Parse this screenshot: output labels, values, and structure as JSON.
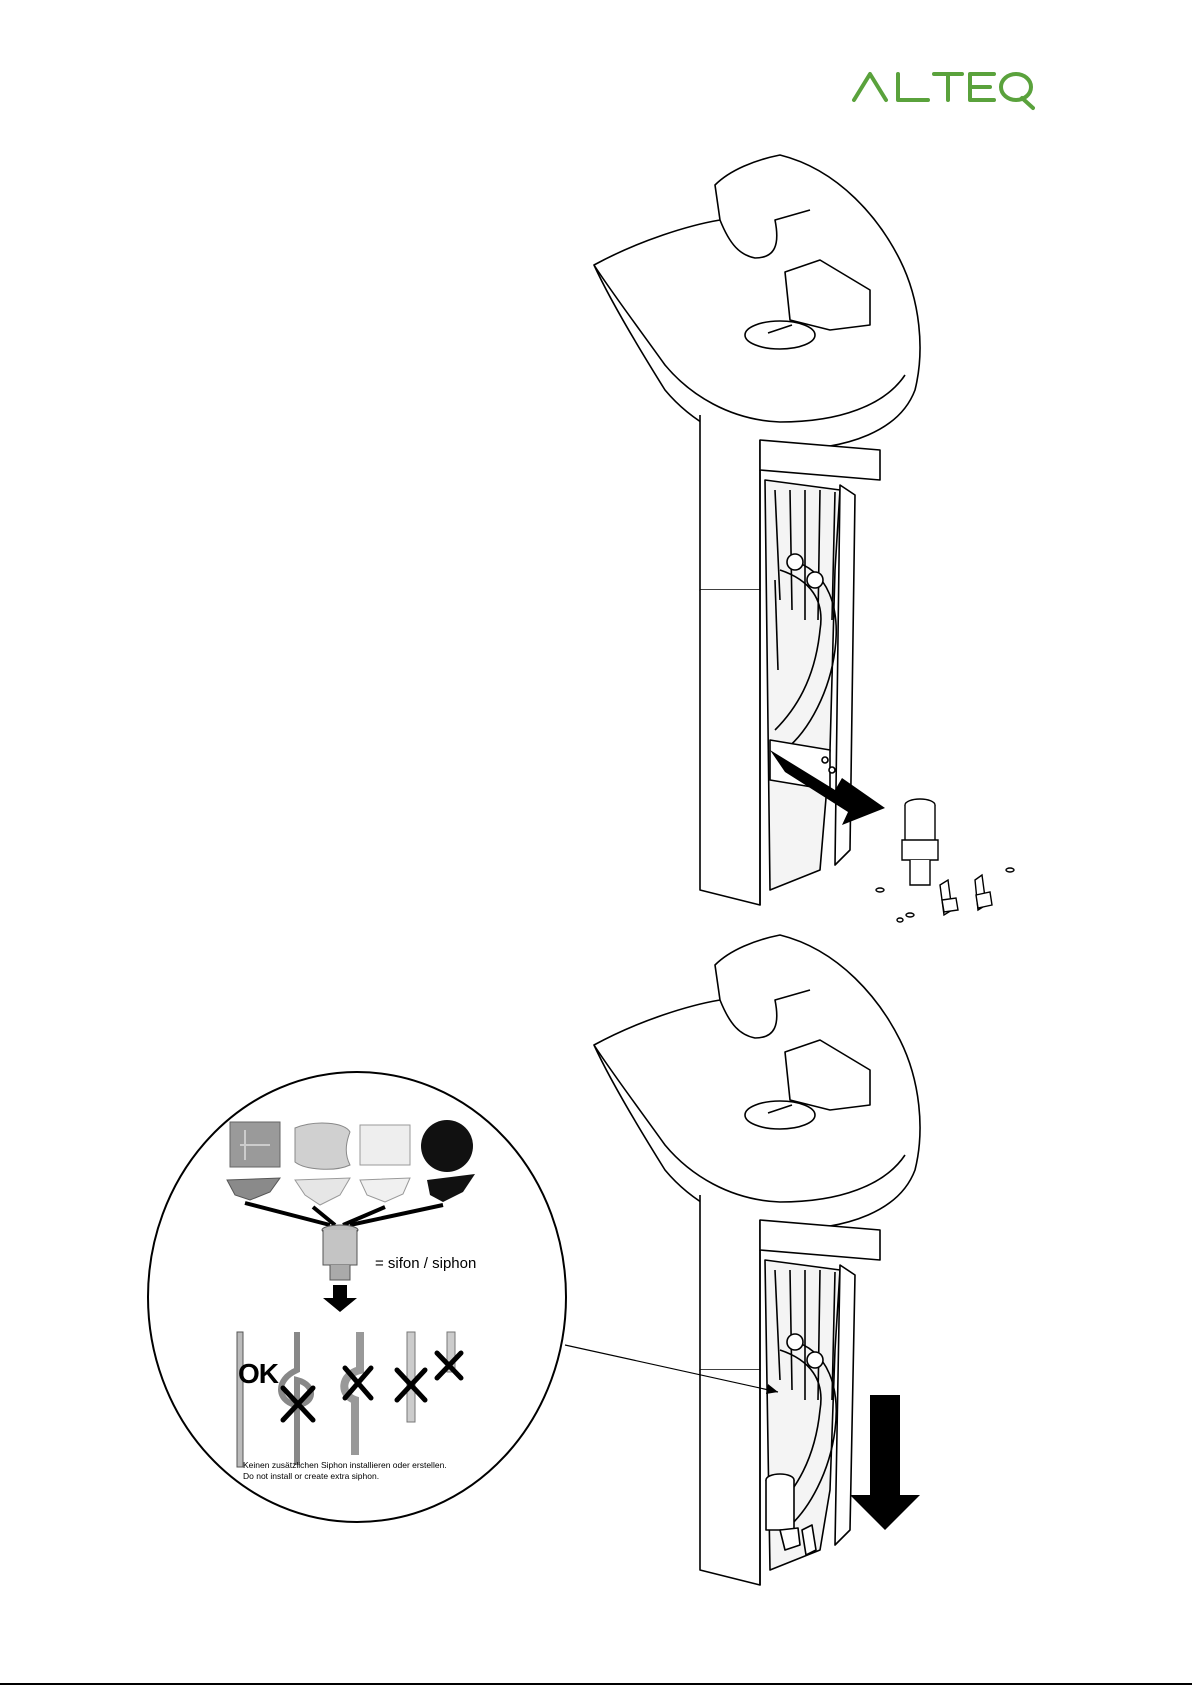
{
  "brand": {
    "logo_text": "ALTEQ",
    "logo_color": "#5aa23c"
  },
  "detail": {
    "siphon_label": "= sifon / siphon",
    "ok_label": "OK",
    "note_de": "Keinen zusätzlichen Siphon installieren oder erstellen.",
    "note_en": "Do not install or create extra siphon."
  },
  "icons": {
    "arrow_top": "diagonal-arrow-icon",
    "arrow_bottom": "down-arrow-icon",
    "forbidden": "x-mark-icon"
  },
  "colors": {
    "line": "#000000",
    "background": "#ffffff",
    "grey_bowl": "#9a9a9a",
    "dark_bowl": "#111111"
  }
}
